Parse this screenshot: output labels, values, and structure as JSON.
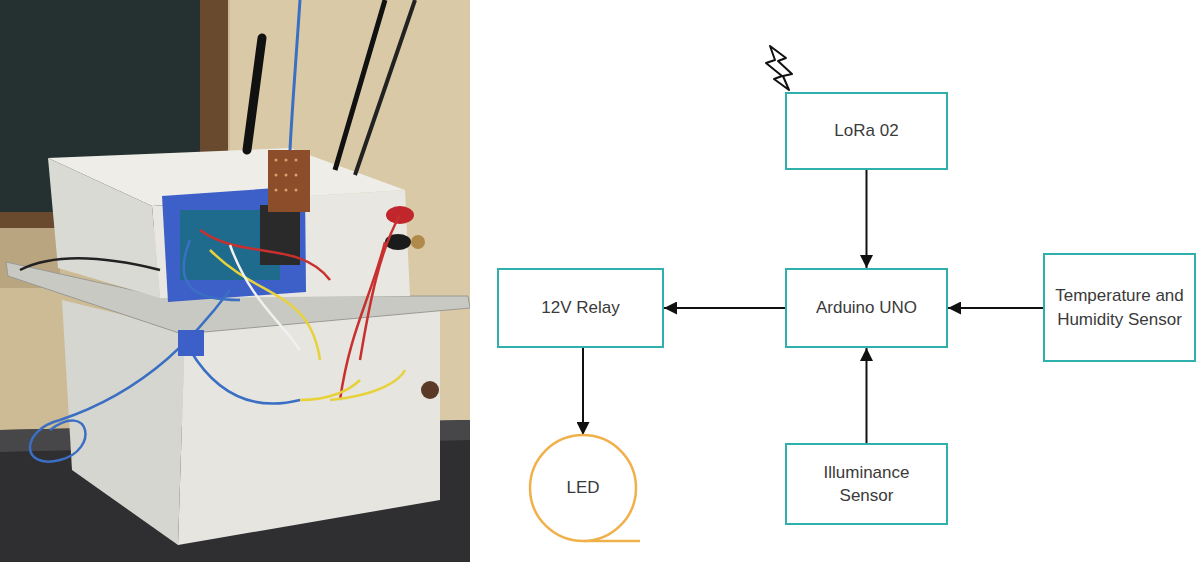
{
  "diagram": {
    "nodes": [
      {
        "text": [
          "LoRa 02"
        ]
      },
      {
        "text": [
          "12V Relay"
        ]
      },
      {
        "text": [
          "Arduino UNO"
        ]
      },
      {
        "text": [
          "Temperature and Humidity Sensor"
        ]
      },
      {
        "text": [
          "LED"
        ]
      },
      {
        "text": [
          "Illuminance Sensor"
        ]
      }
    ],
    "edges": [
      {
        "from": 0,
        "to": 2,
        "arrow": "to"
      },
      {
        "from": 2,
        "to": 1,
        "arrow": "to"
      },
      {
        "from": 3,
        "to": 2,
        "arrow": "to"
      },
      {
        "from": 5,
        "to": 2,
        "arrow": "to"
      },
      {
        "from": 1,
        "to": 4,
        "arrow": "to"
      }
    ]
  }
}
